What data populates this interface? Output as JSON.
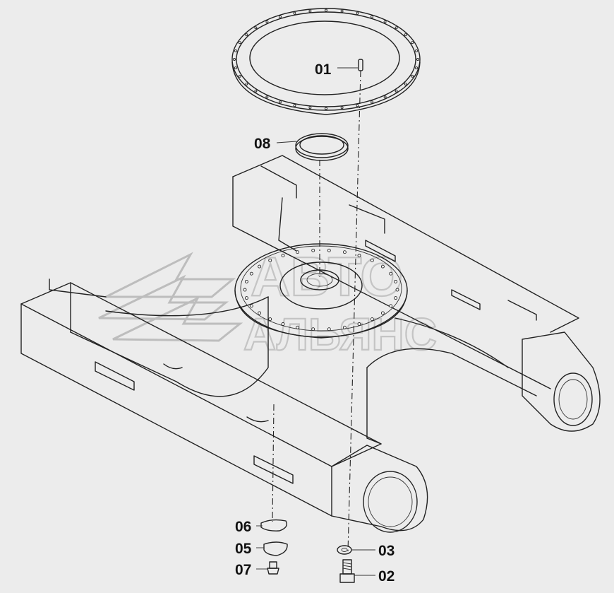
{
  "watermark": {
    "line1": "АВТО",
    "line2": "АЛЬЯНС"
  },
  "callouts": [
    {
      "id": "01",
      "text": "01"
    },
    {
      "id": "08",
      "text": "08"
    },
    {
      "id": "06",
      "text": "06"
    },
    {
      "id": "05",
      "text": "05"
    },
    {
      "id": "07",
      "text": "07"
    },
    {
      "id": "03",
      "text": "03"
    },
    {
      "id": "02",
      "text": "02"
    }
  ]
}
